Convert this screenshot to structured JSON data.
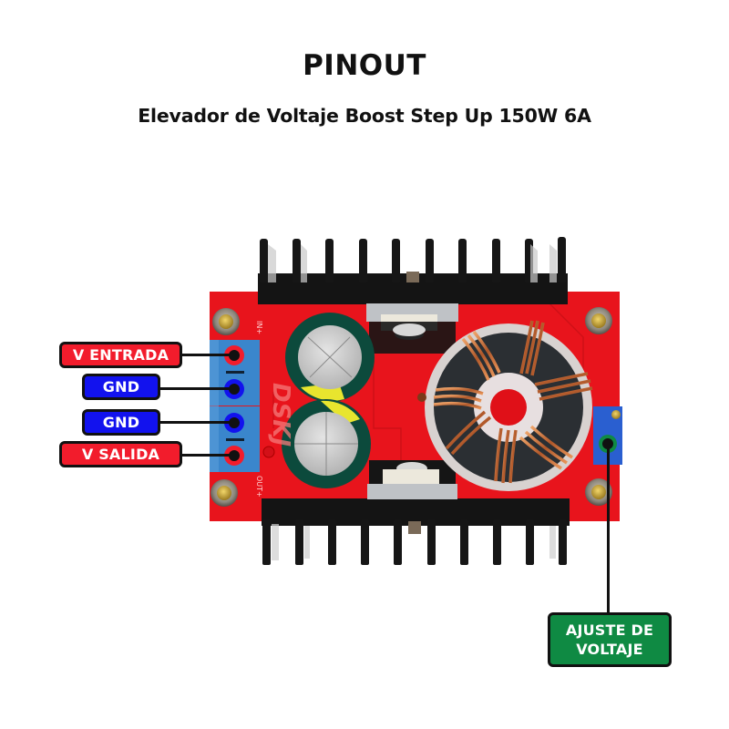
{
  "header": {
    "title": "PINOUT",
    "subtitle": "Elevador de Voltaje Boost Step Up 150W 6A"
  },
  "board": {
    "silkscreen_logo": "DSKJ",
    "silkscreen_in": "IN+",
    "silkscreen_out": "OUT+",
    "pcb_color": "#e8141c",
    "terminal_color": "#3a86cc",
    "heatsink_color": "#141414"
  },
  "pins": [
    {
      "label": "V ENTRADA",
      "color": "#f21c2c",
      "type": "input-voltage"
    },
    {
      "label": "GND",
      "color": "#1212ee",
      "type": "ground"
    },
    {
      "label": "GND",
      "color": "#1212ee",
      "type": "ground"
    },
    {
      "label": "V SALIDA",
      "color": "#f21c2c",
      "type": "output-voltage"
    }
  ],
  "adjust": {
    "line1": "AJUSTE DE",
    "line2": "VOLTAJE",
    "color": "#0f8a43"
  }
}
